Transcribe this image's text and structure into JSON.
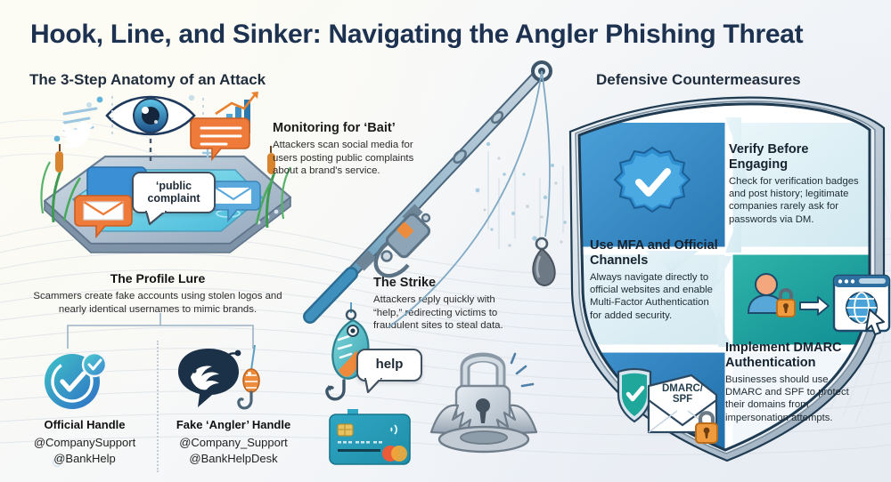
{
  "title": "Hook, Line, and Sinker: Navigating the Angler Phishing Threat",
  "sections": {
    "left_heading": "The 3-Step Anatomy of an Attack",
    "right_heading": "Defensive Countermeasures"
  },
  "steps": [
    {
      "id": "monitoring",
      "heading": "Monitoring for ‘Bait’",
      "body": "Attackers scan social media for users posting public complaints about a brand's service."
    },
    {
      "id": "profile-lure",
      "heading": "The Profile Lure",
      "body": "Scammers create fake accounts using stolen logos and nearly identical usernames to mimic brands."
    },
    {
      "id": "strike",
      "heading": "The Strike",
      "body": "Attackers reply quickly with “help,” redirecting victims to fraudulent sites to steal data."
    }
  ],
  "handles": [
    {
      "id": "official",
      "heading": "Official Handle",
      "accounts": [
        "@CompanySupport",
        "@BankHelp"
      ],
      "icon": "verified-badge-icon"
    },
    {
      "id": "fake",
      "heading": "Fake ‘Angler’ Handle",
      "accounts": [
        "@Company_Support",
        "@BankHelpDesk"
      ],
      "icon": "anglerfish-hook-icon"
    }
  ],
  "countermeasures": [
    {
      "id": "verify",
      "heading": "Verify Before Engaging",
      "body": "Check for verification badges and post history; legitimate companies rarely ask for passwords via DM.",
      "icon": "verified-seal-icon"
    },
    {
      "id": "mfa",
      "heading": "Use MFA and Official Channels",
      "body": "Always navigate directly to official websites and enable Multi-Factor Authentication for added security.",
      "icon": "user-lock-to-browser-icon"
    },
    {
      "id": "dmarc",
      "heading": "Implement DMARC Authentication",
      "body": "Businesses should use DMARC and SPF to protect their domains from impersonation attempts.",
      "icon": "secure-email-shield-icon"
    }
  ],
  "callouts": {
    "public_complaint": "‘public complaint",
    "help": "help",
    "dmarc_envelope_line1": "DMARC/",
    "dmarc_envelope_line2": "SPF"
  },
  "illustrations": {
    "tablet_pond": "tablet-pond-illustration",
    "eye": "eye-monitoring-icon",
    "twitter": "twitter-bird-icon",
    "chat": "chat-bubble-icon",
    "email": "email-bubble-icon",
    "chart": "bar-chart-growth-icon",
    "fishing_rod": "fishing-rod-icon",
    "sinker": "sinker-weight-icon",
    "lure": "fishing-lure-fish-icon",
    "credit_card": "credit-card-icon",
    "trap": "padlock-bear-trap-icon",
    "shield": "defensive-shield-illustration"
  },
  "colors": {
    "title": "#1d3250",
    "accent_blue": "#2f86c9",
    "accent_teal": "#1ea79a",
    "accent_orange": "#e8822f",
    "dark_navy": "#1b3148",
    "shield_blue": "#2f86c9",
    "shield_teal": "#19a89c",
    "shield_pale": "#dff0f5"
  }
}
